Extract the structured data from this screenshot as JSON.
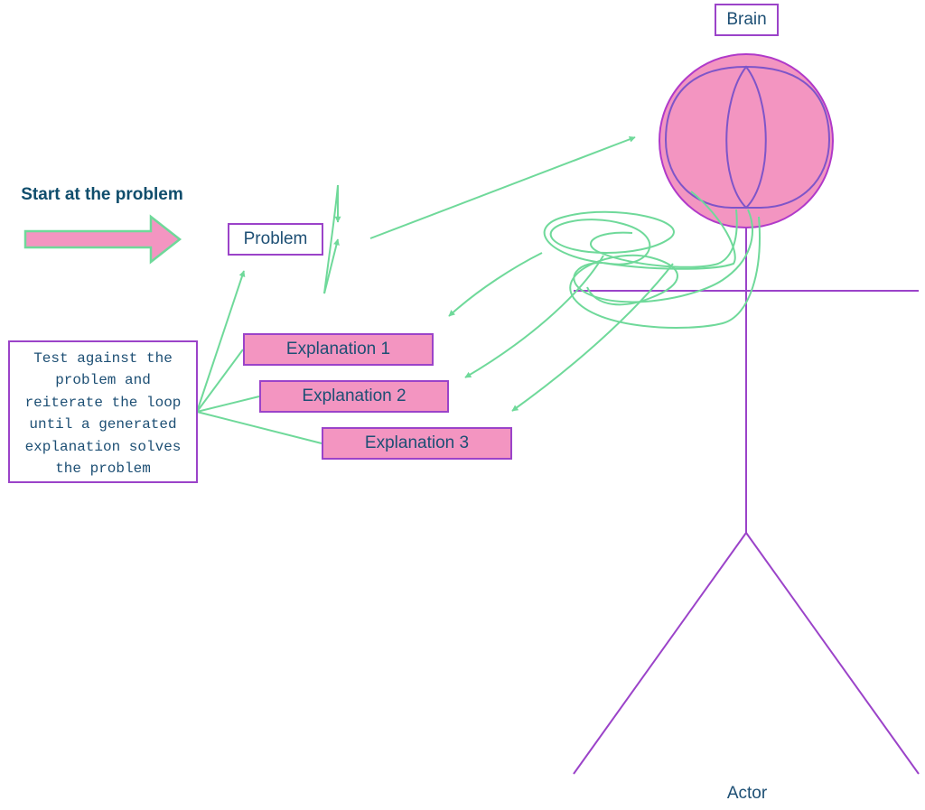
{
  "labels": {
    "brain": "Brain",
    "problem": "Problem",
    "start": "Start at the problem",
    "explanations": [
      "Explanation 1",
      "Explanation 2",
      "Explanation 3"
    ],
    "test_loop": "Test against the problem and reiterate the loop until a generated explanation solves the problem",
    "actor": "Actor"
  },
  "colors": {
    "green_arrow": "#6fd99a",
    "purple_outline": "#9b43c9",
    "pink_fill": "#f395c1",
    "text": "#1d4f74"
  }
}
